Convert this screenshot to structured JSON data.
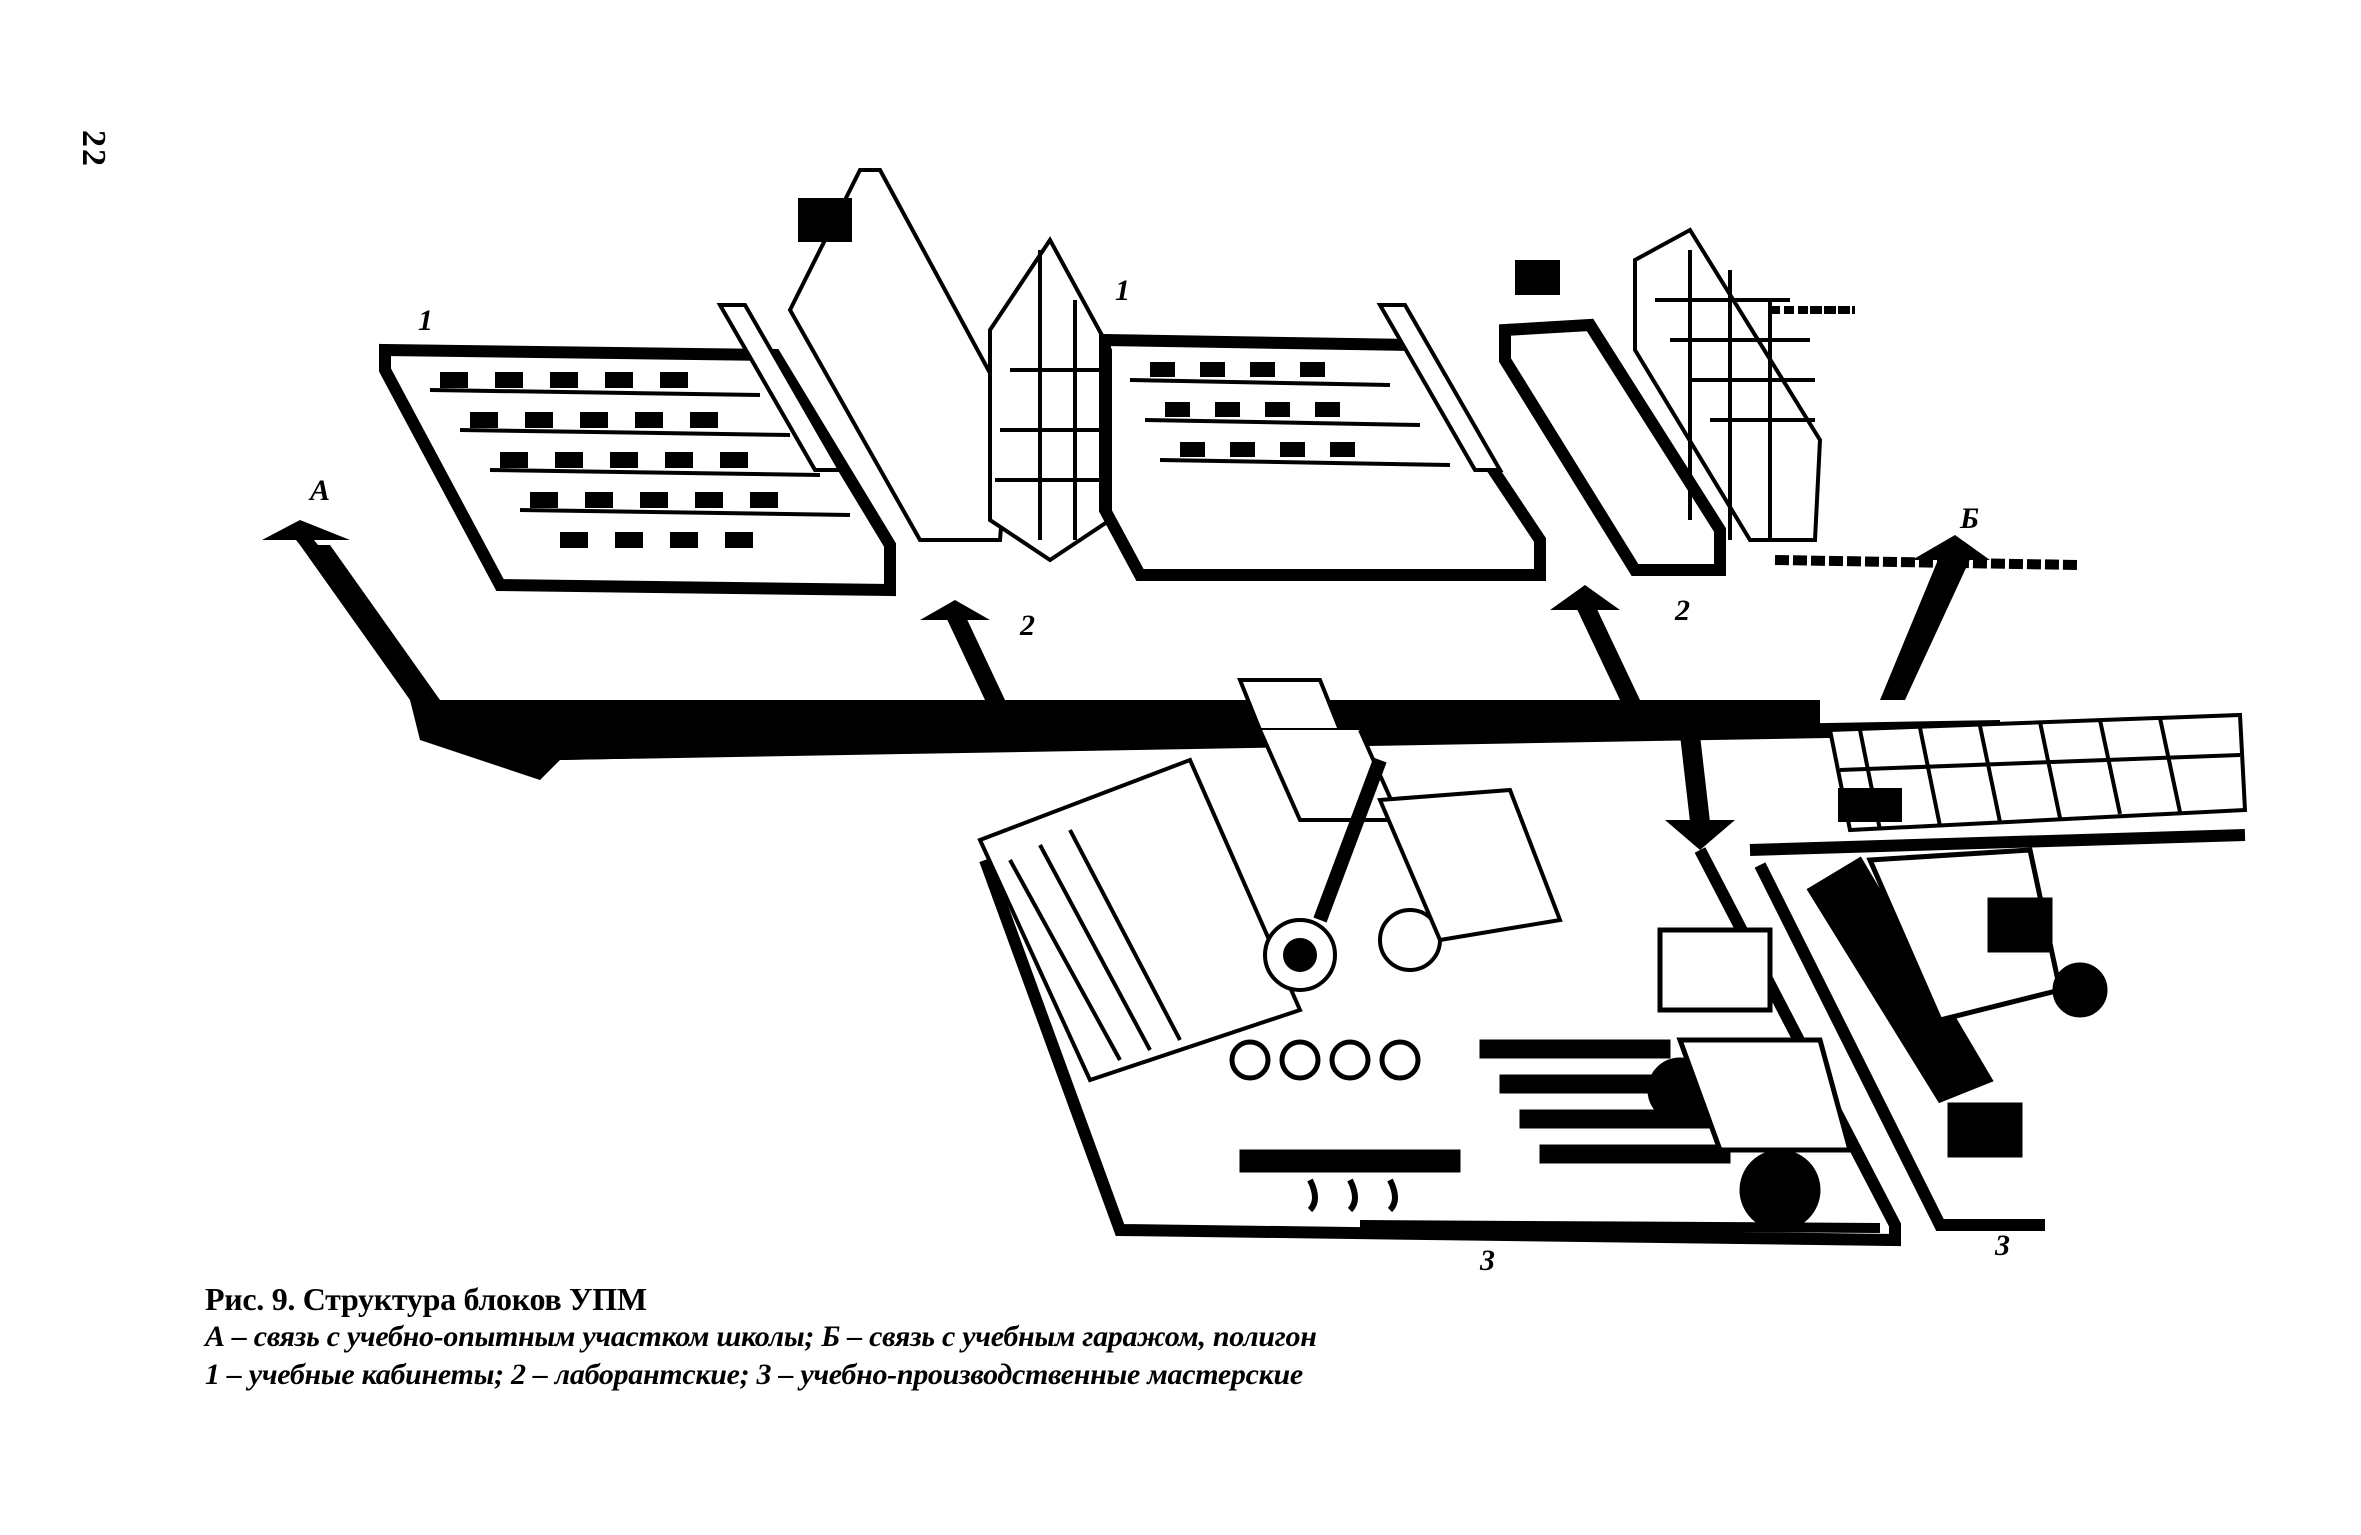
{
  "page_number": "22",
  "labels": {
    "a_arrow": "А",
    "b_arrow": "Б",
    "block1_left": "1",
    "block1_right": "1",
    "block2_left": "2",
    "block2_right": "2",
    "block3_left": "3",
    "block3_right": "3"
  },
  "caption": {
    "title": "Рис. 9. Структура блоков УПМ",
    "line1": "А – связь с учебно-опытным участком школы; Б – связь с учебным гаражом, полигон",
    "line2": "1 – учебные кабинеты; 2 – лаборантские; 3 – учебно-производственные мастерские"
  },
  "colors": {
    "ink": "#000000",
    "paper": "#ffffff"
  }
}
